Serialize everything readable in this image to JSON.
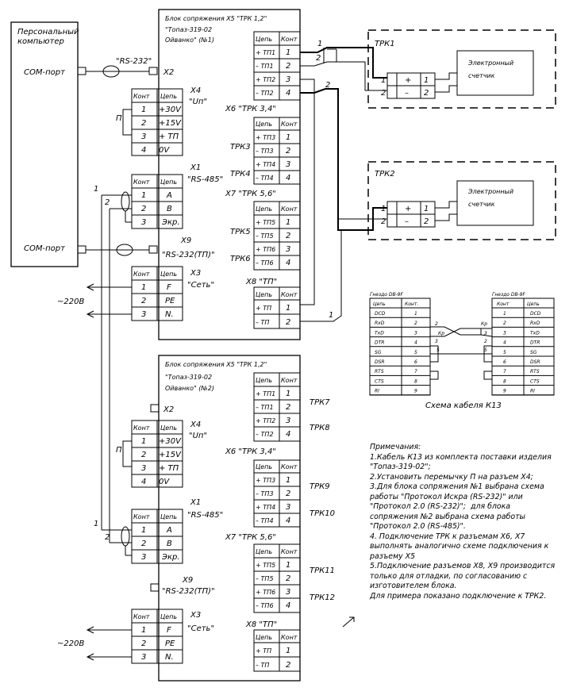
{
  "pc": {
    "title1": "Персональный",
    "title2": "компьютер",
    "port1": "COM-порт",
    "port2": "COM-порт"
  },
  "labels": {
    "rs232_top": "\"RS-232\"",
    "x2": "X2",
    "x4": "X4",
    "uin": "\"Uп\"",
    "p": "П",
    "x1": "X1",
    "rs485": "\"RS-485\"",
    "x9": "X9",
    "rs232tp": "\"RS-232(ТП)\"",
    "x3": "X3",
    "set": "\"Сеть\"",
    "v220": "~220В",
    "x6": "X6 \"ТРК 3,4\"",
    "x7": "X7 \"ТРК 5,6\"",
    "x8": "X8 \"ТП\"",
    "one": "1",
    "two": "2"
  },
  "block1": {
    "line1": "Блок сопряжения  X5 \"ТРК 1,2\"",
    "line2": "\"Топаз-319-02",
    "line3": "Ойванко\" (№1)"
  },
  "block2": {
    "line1": "Блок сопряжения  X5 \"ТРК 1,2\"",
    "line2": "\"Топаз-319-02",
    "line3": "Ойванко\" (№2)"
  },
  "hdr": {
    "cep": "Цепь",
    "kont": "Конт"
  },
  "x5_rows": [
    {
      "c": "+ ТП1",
      "n": "1"
    },
    {
      "c": "– ТП1",
      "n": "2"
    },
    {
      "c": "+ ТП2",
      "n": "3"
    },
    {
      "c": "– ТП2",
      "n": "4"
    }
  ],
  "x6_rows": [
    {
      "c": "+ ТП3",
      "n": "1"
    },
    {
      "c": "– ТП3",
      "n": "2"
    },
    {
      "c": "+ ТП4",
      "n": "3"
    },
    {
      "c": "– ТП4",
      "n": "4"
    }
  ],
  "x7_rows": [
    {
      "c": "+ ТП5",
      "n": "1"
    },
    {
      "c": "– ТП5",
      "n": "2"
    },
    {
      "c": "+ ТП6",
      "n": "3"
    },
    {
      "c": "– ТП6",
      "n": "4"
    }
  ],
  "x8_rows": [
    {
      "c": "+ ТП",
      "n": "1"
    },
    {
      "c": "– ТП",
      "n": "2"
    }
  ],
  "x4_rows": [
    {
      "n": "1",
      "c": "+30V"
    },
    {
      "n": "2",
      "c": "+15V"
    },
    {
      "n": "3",
      "c": "+ ТП"
    },
    {
      "n": "4",
      "c": "0V"
    }
  ],
  "x1_rows": [
    {
      "n": "1",
      "c": "A"
    },
    {
      "n": "2",
      "c": "B"
    },
    {
      "n": "3",
      "c": "Экр."
    }
  ],
  "x3_rows": [
    {
      "n": "1",
      "c": "F"
    },
    {
      "n": "2",
      "c": "PE"
    },
    {
      "n": "3",
      "c": "N."
    }
  ],
  "trk_top": [
    "ТРК3",
    "ТРК4",
    "ТРК5",
    "ТРК6"
  ],
  "trk_bottom": [
    "ТРК7",
    "ТРК8",
    "ТРК9",
    "ТРК10",
    "ТРК11",
    "ТРК12"
  ],
  "trk1": {
    "title": "ТРК1",
    "meter1": "Электронный",
    "meter2": "счетчик",
    "plus": "+",
    "minus": "–"
  },
  "trk2": {
    "title": "ТРК2",
    "meter1": "Электронный",
    "meter2": "счетчик",
    "plus": "+",
    "minus": "–"
  },
  "cable": {
    "title": "Схема кабеля К13",
    "left_conn": "Гнездо DB-9F",
    "right_conn": "Гнездо DB-9F",
    "left_hdr": {
      "cep": "Цепь",
      "kont": "Конт."
    },
    "right_hdr": {
      "kont": "Конт",
      "cep": "Цепь"
    },
    "rows": [
      {
        "sig": "DCD",
        "n": "1"
      },
      {
        "sig": "RxD",
        "n": "2"
      },
      {
        "sig": "TxD",
        "n": "3"
      },
      {
        "sig": "DTR",
        "n": "4"
      },
      {
        "sig": "SG",
        "n": "5"
      },
      {
        "sig": "DSR",
        "n": "6"
      },
      {
        "sig": "RTS",
        "n": "7"
      },
      {
        "sig": "CTS",
        "n": "8"
      },
      {
        "sig": "RI",
        "n": "9"
      }
    ],
    "cross": [
      "2",
      "3",
      "Кр",
      "Кр",
      "3",
      "2"
    ],
    "gnd": [
      "5",
      "5"
    ]
  },
  "notes": {
    "title": "Примечания:",
    "lines": [
      "1.Кабель К13 из комплекта поставки изделия",
      "\"Топаз-319-02\";",
      "2.Установить перемычку П на разъем X4;",
      "3.Для блока сопряжения №1 выбрана схема",
      "работы \"Протокол Искра (RS-232)\" или",
      "\"Протокол 2.0 (RS-232)\";  для блока",
      "сопряжения №2 выбрана схема работы",
      "\"Протокол 2.0 (RS-485)\".",
      "4. Подключение ТРК к разъемам X6, X7",
      "выполнять аналогично схеме подключения к",
      "разъему X5",
      "5.Подключение разъемов X8, X9 производится",
      "только для отладки, по согласованию с",
      "изготовителем блока.",
      "Для примера показано подключение к ТРК2."
    ]
  }
}
